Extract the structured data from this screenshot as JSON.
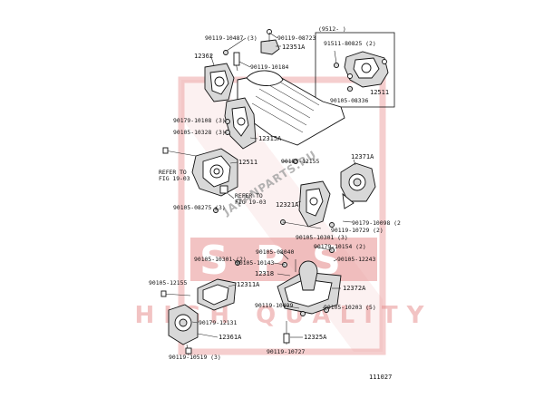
{
  "watermark": {
    "logo_letters": "SPS",
    "site": "JAPANPARTS.RU",
    "tagline": "HIGH QUALITY",
    "color": "#d43a3a"
  },
  "figure_number": "111027",
  "inset_box": {
    "header": "(9512-      )",
    "labels": [
      "91511-80825 (2)",
      "90105-08336",
      "12511"
    ]
  },
  "labels": {
    "l1": "90119-10487 (3)",
    "l2": "90119-08723",
    "l3": "12351A",
    "l4": "12362",
    "l5": "90119-10184",
    "l6": "90179-10108 (3)",
    "l7": "90105-10328 (3)",
    "l8": "12315A",
    "l9": "12511",
    "l10": "REFER TO",
    "l11": "FIG 19-03",
    "l12": "90185-12155",
    "l13": "12371A",
    "l14": "REFER TO",
    "l15": "FIG 19-03",
    "l16": "90105-08275 (3)",
    "l17": "12321A",
    "l18": "90179-10098 (2",
    "l19": "90119-10729 (2)",
    "l20": "90105-10301 (3)",
    "l21": "90105-08040",
    "l22": "90179-10154 (2)",
    "l23": "90105-10301 (2)",
    "l24": "90105-10143",
    "l25": "90105-12243",
    "l26": "12318",
    "l27": "90105-12155",
    "l28": "12311A",
    "l29": "12372A",
    "l30": "90119-10499",
    "l31": "90105-10203 (5)",
    "l32": "90179-12131",
    "l33": "12361A",
    "l34": "12325A",
    "l35": "90119-10519 (3)",
    "l36": "90119-10727"
  }
}
